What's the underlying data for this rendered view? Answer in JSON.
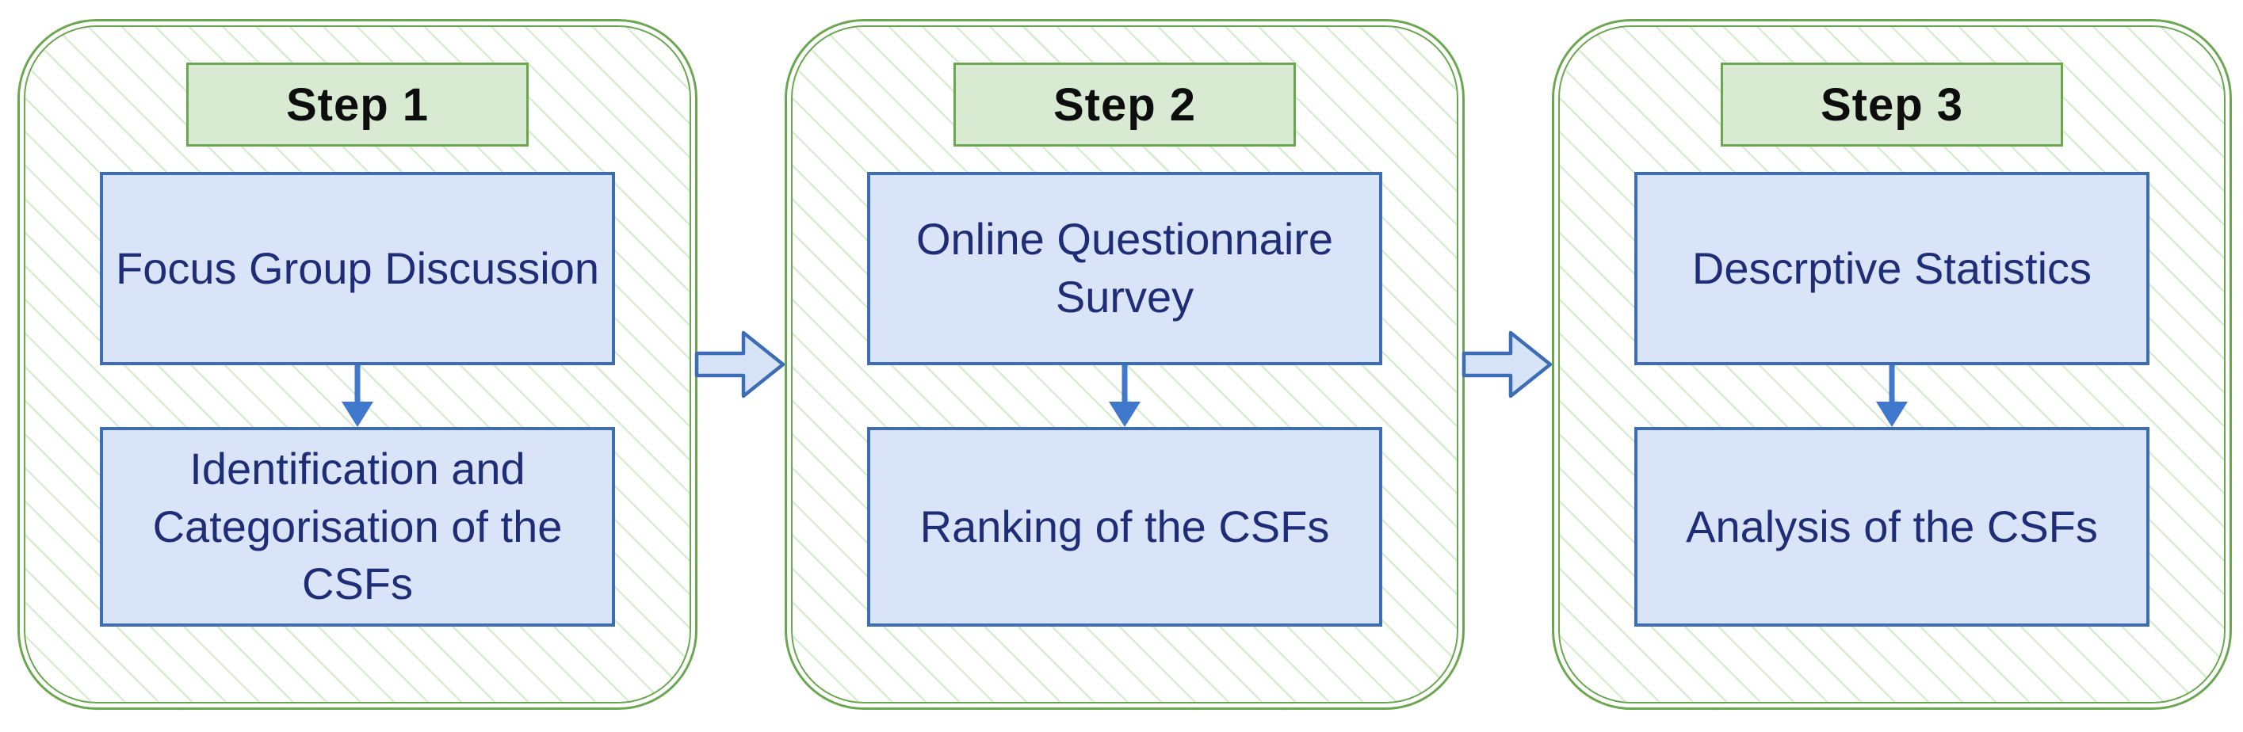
{
  "theme": {
    "page_bg": "#ffffff",
    "panel_border_green": "#6aa84f",
    "step_header_fill": "#d9ead3",
    "hatch_line_green": "#d9edd3",
    "box_fill_blue": "#d9e4f8",
    "box_border_blue": "#3d6eb5",
    "box_text_navy": "#1f2d78",
    "arrow_stroke_blue": "#3f78cc",
    "connector_fill_blue": "#d7e3f7"
  },
  "diagram": {
    "steps": [
      {
        "label": "Step 1",
        "top_box": "Focus Group Discussion",
        "bottom_box": "Identification and Categorisation of the CSFs"
      },
      {
        "label": "Step 2",
        "top_box": "Online Questionnaire Survey",
        "bottom_box": "Ranking of the CSFs"
      },
      {
        "label": "Step 3",
        "top_box": "Descrptive Statistics",
        "bottom_box": "Analysis of the CSFs"
      }
    ]
  }
}
